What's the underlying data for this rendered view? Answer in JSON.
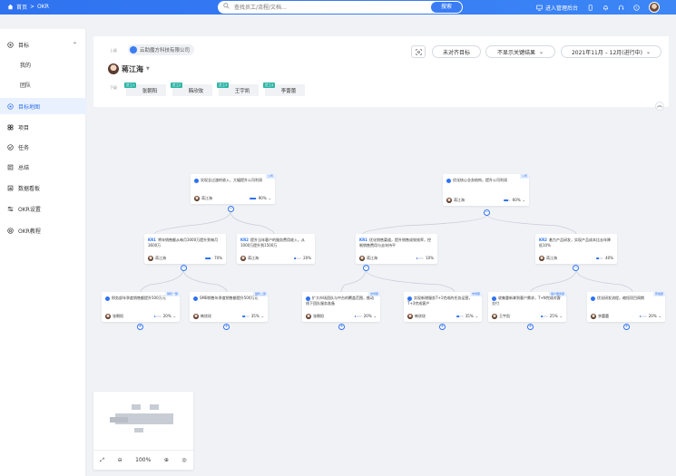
{
  "topbar": {
    "home": "首页",
    "separator": ">",
    "current": "OKR",
    "search_placeholder": "查找员工/流程/文档...",
    "search_button": "搜索",
    "admin_label": "进入管理后台"
  },
  "sidebar": {
    "items": [
      {
        "label": "目标",
        "icon": "target-icon",
        "expanded": true
      },
      {
        "label": "我的"
      },
      {
        "label": "团队"
      },
      {
        "label": "目标地图",
        "icon": "map-icon",
        "active": true
      },
      {
        "label": "项目",
        "icon": "project-icon"
      },
      {
        "label": "任务",
        "icon": "task-icon"
      },
      {
        "label": "总结",
        "icon": "summary-icon"
      },
      {
        "label": "数据看板",
        "icon": "dashboard-icon"
      },
      {
        "label": "OKR设置",
        "icon": "settings-icon"
      },
      {
        "label": "OKR教程",
        "icon": "tutorial-icon"
      }
    ]
  },
  "header": {
    "company_tag": "上级",
    "company": "云助魔方科技有限公司",
    "owner": "蒋江海",
    "sub_tag": "下级",
    "subordinates": [
      {
        "tag": "员工1",
        "name": "张朝阳"
      },
      {
        "tag": "员工2",
        "name": "韩欣玫"
      },
      {
        "tag": "员工3",
        "name": "王宇凯"
      },
      {
        "tag": "员工4",
        "name": "李蕾蕾"
      }
    ],
    "align_button": "未对齐目标",
    "key_results_select": "不显示关键结果",
    "period_select": "2021年11月 – 12月(进行中)"
  },
  "nodes": {
    "o1": {
      "badge": "公司",
      "title": "实现全过渡的收入、大幅提升公司利润",
      "owner": "蒋江海",
      "progress": "90%",
      "pct": 0.9
    },
    "o2": {
      "badge": "公司",
      "title": "优化核心业务结构，提升公司利润",
      "owner": "蒋江海",
      "progress": "60%",
      "pct": 0.6
    },
    "kr1": {
      "kr": "KR1",
      "title": "将年销售额从每月3000万提升到每月3600万",
      "owner": "蒋江海",
      "progress": "70%",
      "pct": 0.7
    },
    "kr2": {
      "kr": "KR2",
      "title": "提升当年客户的服务费用收入，从1000万提升到1500万",
      "owner": "蒋江海",
      "progress": "20%",
      "pct": 0.2
    },
    "kr3": {
      "kr": "KR1",
      "title": "优化销售渠道，提升销售成效效率，控制销售费用与去年持平",
      "owner": "蒋江海",
      "progress": "10%",
      "pct": 0.1
    },
    "kr4": {
      "kr": "KR2",
      "title": "着力产品研发，实现产品成本比去年降低10%",
      "owner": "蒋江海",
      "progress": "40%",
      "pct": 0.4
    },
    "c1": {
      "badge": "销售一部",
      "title": "财务部年季度销售额提升500万元",
      "owner": "张朝阳",
      "progress": "20%",
      "pct": 0.2
    },
    "c2": {
      "badge": "销售二部",
      "title": "SMB销售年季度销售额提升500万元",
      "owner": "韩欣玫",
      "progress": "35%",
      "pct": 0.35
    },
    "c3": {
      "badge": "市场部",
      "title": "扩大市场团队与中台的覆盖范围，推动线下团队服务准备",
      "owner": "张朝阳",
      "progress": "20%",
      "pct": 0.2
    },
    "c4": {
      "badge": "市场部",
      "title": "实现新增服务T+1完成的任务运营，T+3完成客户",
      "owner": "韩欣玫",
      "progress": "35%",
      "pct": 0.35
    },
    "c5": {
      "badge": "客户服务部",
      "title": "收集重新拿到客户需求，T+N完成对客交付",
      "owner": "王宇凯",
      "progress": "25%",
      "pct": 0.25
    },
    "c6": {
      "badge": "研发部",
      "title": "优化研发流程，缩短项目周期",
      "owner": "李蕾蕾",
      "progress": "20%",
      "pct": 0.2
    }
  },
  "zoom": {
    "level": "100%"
  }
}
